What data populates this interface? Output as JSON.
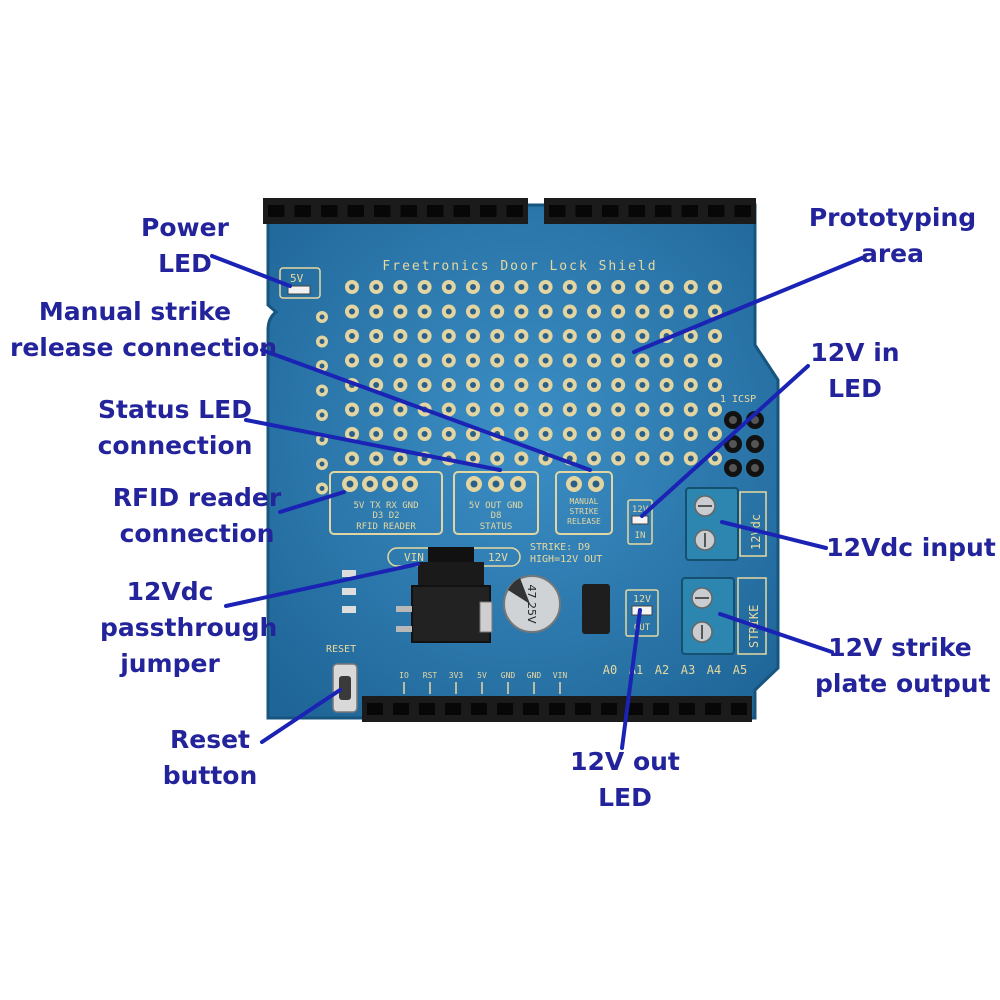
{
  "board": {
    "colors": {
      "pcb": "#2f7fb6",
      "pcb_dark": "#1d5f8f",
      "header": "#1b1b1b",
      "pad": "#e3d5a2",
      "silkscreen": "#e8d9a0",
      "terminal_block": "#2c86b0",
      "callout_text": "#23239c",
      "leader_line": "#1a23b4"
    },
    "silkscreen": {
      "board_title": "Freetronics Door Lock Shield",
      "power_led_label": "5V",
      "rfid_line1": "5V TX RX GND",
      "rfid_line2": "D3 D2",
      "rfid_label": "RFID READER",
      "status_line1": "5V OUT GND",
      "status_line2": "D8",
      "status_label": "STATUS",
      "manual_line1": "MANUAL",
      "manual_line2": "STRIKE",
      "manual_line3": "RELEASE",
      "jumper_vin": "VIN",
      "jumper_12v": "12V",
      "strike_line1": "STRIKE: D9",
      "strike_line2": "HIGH=12V OUT",
      "in_led_line1": "12V",
      "in_led_line2": "IN",
      "out_led_line1": "12V",
      "out_led_line2": "OUT",
      "icsp": "1 ICSP",
      "reset": "RESET",
      "input_block_label": "12Vdc",
      "output_block_label": "STRIKE",
      "capacitor": "47 25V",
      "header_pins": [
        "A0",
        "A1",
        "A2",
        "A3",
        "A4",
        "A5"
      ],
      "power_pins": [
        "IO",
        "RST",
        "3V3",
        "5V",
        "GND",
        "GND",
        "VIN"
      ]
    }
  },
  "callouts": {
    "power_led": [
      "Power",
      "LED"
    ],
    "manual_strike": [
      "Manual strike",
      "release connection"
    ],
    "status_led": [
      "Status LED",
      "connection"
    ],
    "rfid_reader": [
      "RFID reader",
      "connection"
    ],
    "passthrough": [
      "12Vdc",
      "passthrough",
      "jumper"
    ],
    "reset_button": [
      "Reset",
      "button"
    ],
    "prototyping": [
      "Prototyping",
      "area"
    ],
    "in_led": [
      "12V in",
      "LED"
    ],
    "dc_input": [
      "12Vdc input"
    ],
    "strike_output": [
      "12V strike",
      "plate output"
    ],
    "out_led": [
      "12V out",
      "LED"
    ]
  }
}
